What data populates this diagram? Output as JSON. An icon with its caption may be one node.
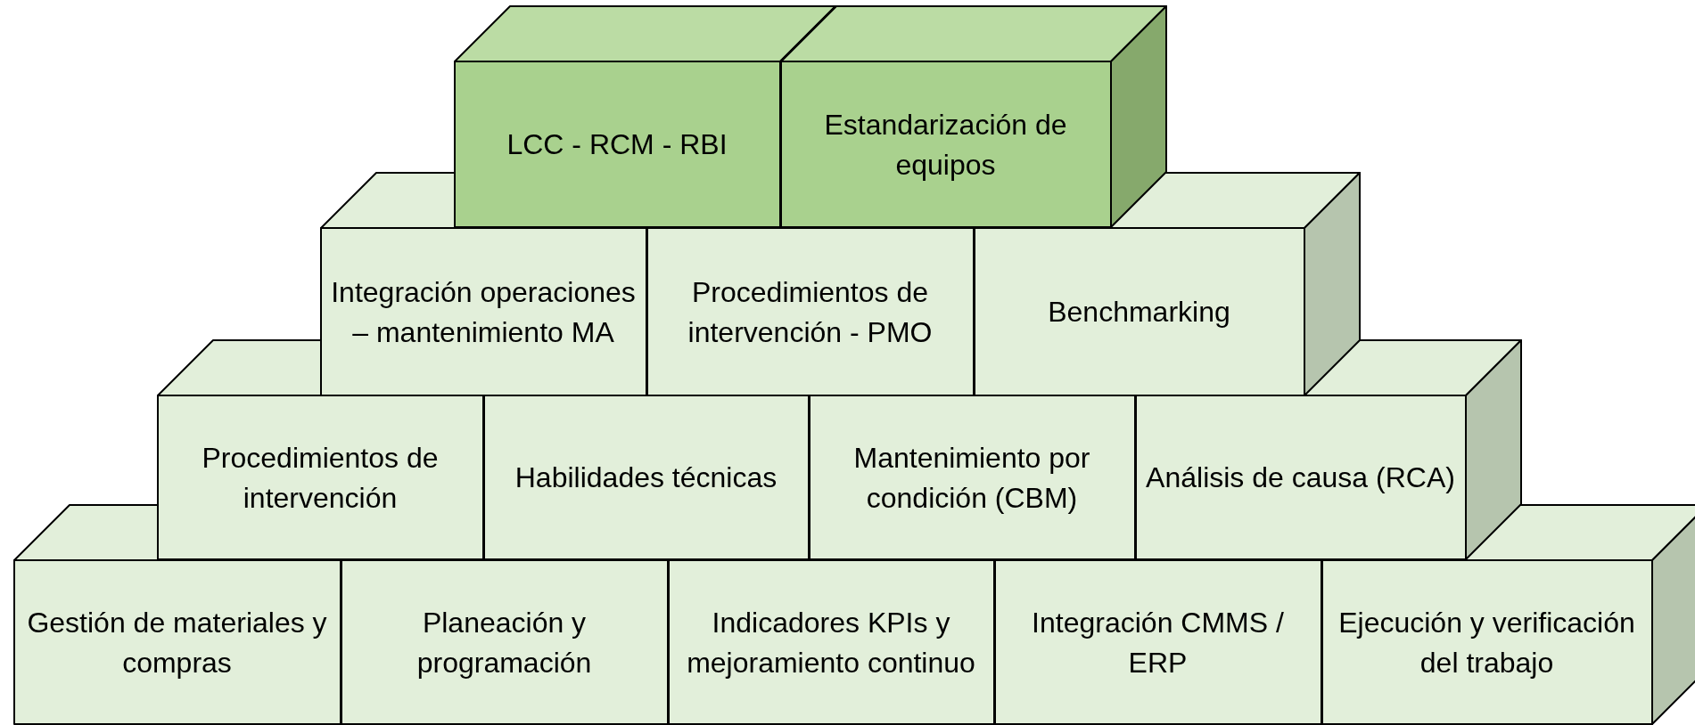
{
  "diagram": {
    "nodes": [
      {
        "text": [
          "LCC - RCM - RBI"
        ]
      },
      {
        "text": [
          "Estandarización de equipos"
        ]
      },
      {
        "text": [
          "Integración operaciones – mantenimiento MA"
        ]
      },
      {
        "text": [
          "Procedimientos de intervención - PMO"
        ]
      },
      {
        "text": [
          "Benchmarking"
        ]
      },
      {
        "text": [
          "Procedimientos de intervención"
        ]
      },
      {
        "text": [
          "Habilidades técnicas"
        ]
      },
      {
        "text": [
          "Mantenimiento por condición (CBM)"
        ]
      },
      {
        "text": [
          "Análisis de causa (RCA)"
        ]
      },
      {
        "text": [
          "Gestión de materiales y compras"
        ]
      },
      {
        "text": [
          "Planeación y programación"
        ]
      },
      {
        "text": [
          "Indicadores KPIs y mejoramiento continuo"
        ]
      },
      {
        "text": [
          "Integración CMMS / ERP"
        ]
      },
      {
        "text": [
          "Ejecución y verificación del trabajo"
        ]
      }
    ]
  }
}
